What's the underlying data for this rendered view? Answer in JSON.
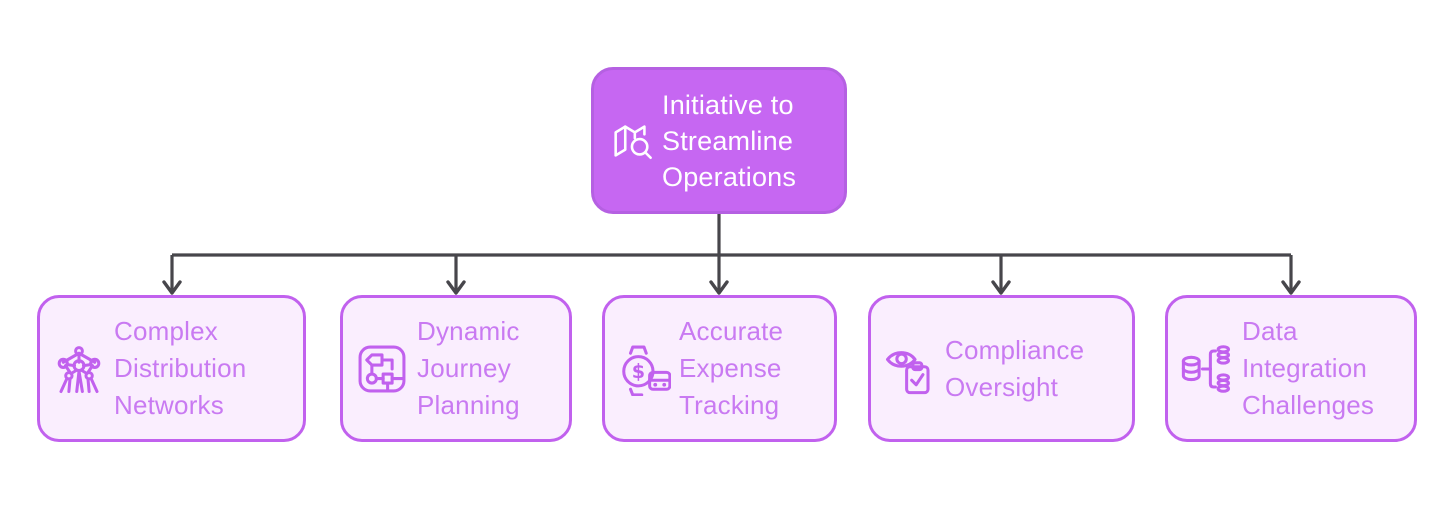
{
  "diagram": {
    "root": {
      "icon": "map-search-icon",
      "lines": [
        "Initiative to",
        "Streamline",
        "Operations"
      ]
    },
    "nodes": [
      {
        "icon": "network-nodes-icon",
        "lines": [
          "Complex",
          "Distribution",
          "Networks"
        ]
      },
      {
        "icon": "route-map-icon",
        "lines": [
          "Dynamic",
          "Journey",
          "Planning"
        ]
      },
      {
        "icon": "expense-watch-icon",
        "lines": [
          "Accurate",
          "Expense",
          "Tracking"
        ],
        "icon_symbol": "$"
      },
      {
        "icon": "eye-checklist-icon",
        "lines": [
          "Compliance",
          "Oversight"
        ]
      },
      {
        "icon": "database-integration-icon",
        "lines": [
          "Data",
          "Integration",
          "Challenges"
        ]
      }
    ],
    "colors": {
      "root_fill": "#c667f2",
      "root_border": "#b560e2",
      "root_text": "#ffffff",
      "child_fill": "#faeefe",
      "child_border": "#c161ee",
      "child_text": "#c97af2",
      "connector": "#47464b",
      "background": "#ffffff"
    }
  }
}
